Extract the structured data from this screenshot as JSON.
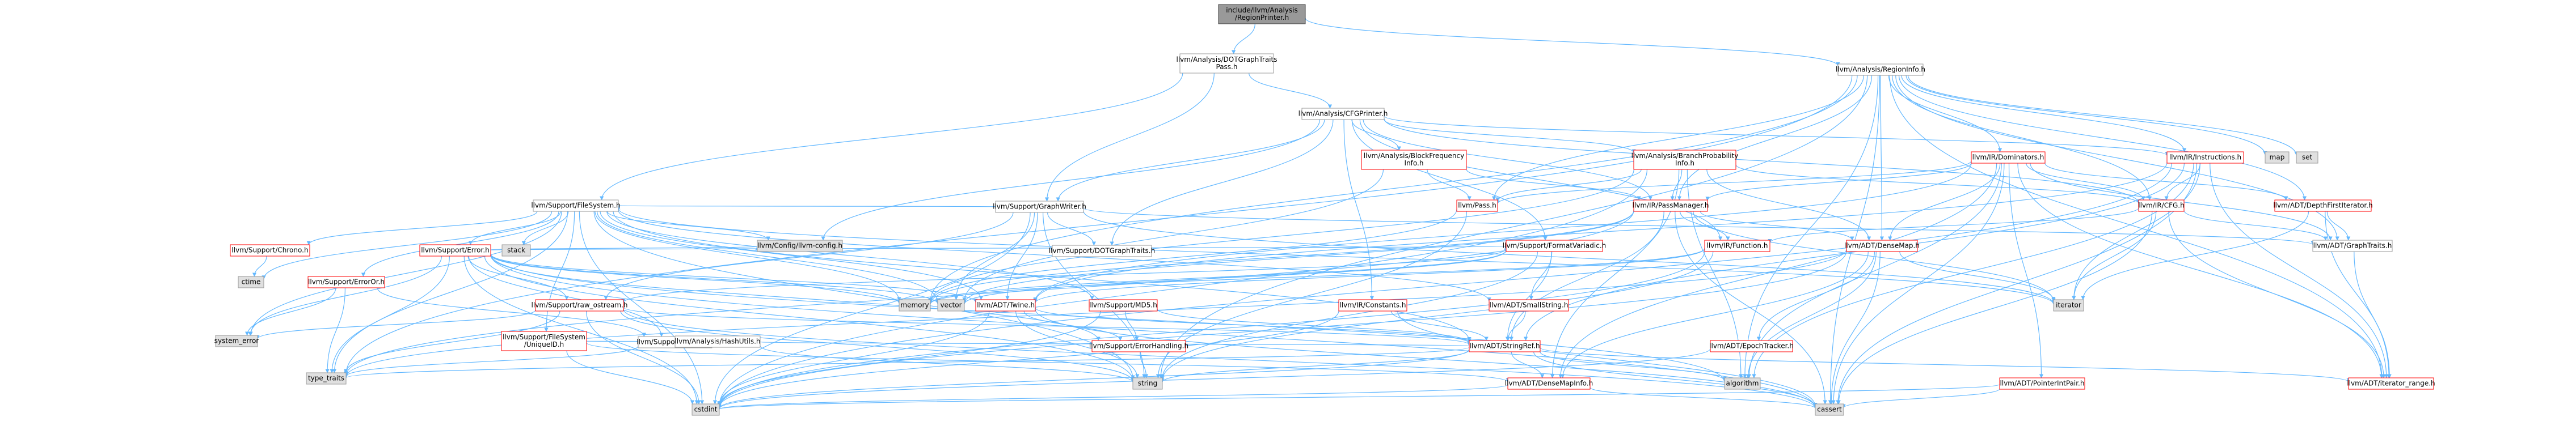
{
  "colors": {
    "edge": "#63b8ff",
    "edge_dark": "#404040",
    "root_fill": "#999999",
    "node_fill": "#ffffff",
    "node_stroke_red": "#ff0000",
    "node_stroke_grey": "#999999",
    "std_fill": "#e0e0e0",
    "text": "#000000"
  },
  "nodes": [
    {
      "id": "root",
      "lines": [
        "include/llvm/Analysis",
        "/RegionPrinter.h"
      ],
      "style": "root"
    },
    {
      "id": "dotgraphtraitspass",
      "lines": [
        "llvm/Analysis/DOTGraphTraits",
        "Pass.h"
      ],
      "style": "plain"
    },
    {
      "id": "regioninfo",
      "lines": [
        "llvm/Analysis/RegionInfo.h"
      ],
      "style": "plain"
    },
    {
      "id": "cfgprinter",
      "lines": [
        "llvm/Analysis/CFGPrinter.h"
      ],
      "style": "plain"
    },
    {
      "id": "graphwriter",
      "lines": [
        "llvm/Support/GraphWriter.h"
      ],
      "style": "plain"
    },
    {
      "id": "blockfreq",
      "lines": [
        "llvm/Analysis/BlockFrequency",
        "Info.h"
      ],
      "style": "red"
    },
    {
      "id": "branchprob",
      "lines": [
        "llvm/Analysis/BranchProbability",
        "Info.h"
      ],
      "style": "red"
    },
    {
      "id": "dominators",
      "lines": [
        "llvm/IR/Dominators.h"
      ],
      "style": "red"
    },
    {
      "id": "instructions",
      "lines": [
        "llvm/IR/Instructions.h"
      ],
      "style": "red"
    },
    {
      "id": "map",
      "lines": [
        "map"
      ],
      "style": "std"
    },
    {
      "id": "set",
      "lines": [
        "set"
      ],
      "style": "std"
    },
    {
      "id": "filesystem",
      "lines": [
        "llvm/Support/FileSystem.h"
      ],
      "style": "plain"
    },
    {
      "id": "dotgraphtraits",
      "lines": [
        "llvm/Support/DOTGraphTraits.h"
      ],
      "style": "plain"
    },
    {
      "id": "pass",
      "lines": [
        "llvm/Pass.h"
      ],
      "style": "red"
    },
    {
      "id": "passmanager",
      "lines": [
        "llvm/IR/PassManager.h"
      ],
      "style": "red"
    },
    {
      "id": "cfg",
      "lines": [
        "llvm/IR/CFG.h"
      ],
      "style": "red"
    },
    {
      "id": "depthfirst",
      "lines": [
        "llvm/ADT/DepthFirstIterator.h"
      ],
      "style": "red"
    },
    {
      "id": "chrono",
      "lines": [
        "llvm/Support/Chrono.h"
      ],
      "style": "red"
    },
    {
      "id": "errorh",
      "lines": [
        "llvm/Support/Error.h"
      ],
      "style": "red"
    },
    {
      "id": "stack",
      "lines": [
        "stack"
      ],
      "style": "std"
    },
    {
      "id": "configh",
      "lines": [
        "llvm/Config/llvm-config.h"
      ],
      "style": "std"
    },
    {
      "id": "function",
      "lines": [
        "llvm/IR/Function.h"
      ],
      "style": "red"
    },
    {
      "id": "formatvariadic",
      "lines": [
        "llvm/Support/FormatVariadic.h"
      ],
      "style": "red"
    },
    {
      "id": "densemap",
      "lines": [
        "llvm/ADT/DenseMap.h"
      ],
      "style": "red"
    },
    {
      "id": "graphtraits",
      "lines": [
        "llvm/ADT/GraphTraits.h"
      ],
      "style": "plain"
    },
    {
      "id": "ctime",
      "lines": [
        "ctime"
      ],
      "style": "std"
    },
    {
      "id": "erroror",
      "lines": [
        "llvm/Support/ErrorOr.h"
      ],
      "style": "red"
    },
    {
      "id": "rawostream",
      "lines": [
        "llvm/Support/raw_ostream.h"
      ],
      "style": "red"
    },
    {
      "id": "memory",
      "lines": [
        "memory"
      ],
      "style": "std"
    },
    {
      "id": "vector",
      "lines": [
        "vector"
      ],
      "style": "std"
    },
    {
      "id": "twine",
      "lines": [
        "llvm/ADT/Twine.h"
      ],
      "style": "red"
    },
    {
      "id": "md5",
      "lines": [
        "llvm/Support/MD5.h"
      ],
      "style": "red"
    },
    {
      "id": "constants",
      "lines": [
        "llvm/IR/Constants.h"
      ],
      "style": "red"
    },
    {
      "id": "smallstring",
      "lines": [
        "llvm/ADT/SmallString.h"
      ],
      "style": "red"
    },
    {
      "id": "iterator",
      "lines": [
        "iterator"
      ],
      "style": "std"
    },
    {
      "id": "systemerror",
      "lines": [
        "system_error"
      ],
      "style": "std"
    },
    {
      "id": "alignof",
      "lines": [
        "llvm/Support/AlignOf.h"
      ],
      "style": "plain"
    },
    {
      "id": "uniqueid",
      "lines": [
        "llvm/Support/FileSystem",
        "/UniqueID.h"
      ],
      "style": "red"
    },
    {
      "id": "hashutils",
      "lines": [
        "llvm/Analysis/HashUtils.h"
      ],
      "style": "plain"
    },
    {
      "id": "errorhandling",
      "lines": [
        "llvm/Support/ErrorHandling.h"
      ],
      "style": "red"
    },
    {
      "id": "stringref",
      "lines": [
        "llvm/ADT/StringRef.h"
      ],
      "style": "red"
    },
    {
      "id": "epochtracker",
      "lines": [
        "llvm/ADT/EpochTracker.h"
      ],
      "style": "red"
    },
    {
      "id": "typetraits",
      "lines": [
        "type_traits"
      ],
      "style": "std"
    },
    {
      "id": "string",
      "lines": [
        "string"
      ],
      "style": "std"
    },
    {
      "id": "densemapinfo",
      "lines": [
        "llvm/ADT/DenseMapInfo.h"
      ],
      "style": "red"
    },
    {
      "id": "algorithm",
      "lines": [
        "algorithm"
      ],
      "style": "std"
    },
    {
      "id": "pointerintpair",
      "lines": [
        "llvm/ADT/PointerIntPair.h"
      ],
      "style": "red"
    },
    {
      "id": "iteratorrange",
      "lines": [
        "llvm/ADT/iterator_range.h"
      ],
      "style": "red"
    },
    {
      "id": "cstdint",
      "lines": [
        "cstdint"
      ],
      "style": "std"
    },
    {
      "id": "cassert",
      "lines": [
        "cassert"
      ],
      "style": "std"
    }
  ],
  "edges": [
    [
      "root",
      "dotgraphtraitspass"
    ],
    [
      "root",
      "regioninfo"
    ],
    [
      "dotgraphtraitspass",
      "cfgprinter"
    ],
    [
      "dotgraphtraitspass",
      "graphwriter"
    ],
    [
      "dotgraphtraitspass",
      "filesystem"
    ],
    [
      "regioninfo",
      "map"
    ],
    [
      "regioninfo",
      "set"
    ],
    [
      "regioninfo",
      "dominators"
    ],
    [
      "regioninfo",
      "instructions"
    ],
    [
      "regioninfo",
      "pass"
    ],
    [
      "regioninfo",
      "passmanager"
    ],
    [
      "regioninfo",
      "cfg"
    ],
    [
      "regioninfo",
      "depthfirst"
    ],
    [
      "regioninfo",
      "densemap"
    ],
    [
      "regioninfo",
      "graphtraits"
    ],
    [
      "regioninfo",
      "memory"
    ],
    [
      "regioninfo",
      "string"
    ],
    [
      "regioninfo",
      "algorithm"
    ],
    [
      "regioninfo",
      "iteratorrange"
    ],
    [
      "regioninfo",
      "cassert"
    ],
    [
      "regioninfo",
      "typetraits"
    ],
    [
      "cfgprinter",
      "blockfreq"
    ],
    [
      "cfgprinter",
      "branchprob"
    ],
    [
      "cfgprinter",
      "graphwriter"
    ],
    [
      "cfgprinter",
      "dotgraphtraits"
    ],
    [
      "cfgprinter",
      "function"
    ],
    [
      "cfgprinter",
      "constants"
    ],
    [
      "cfgprinter",
      "instructions"
    ],
    [
      "cfgprinter",
      "cfg"
    ],
    [
      "cfgprinter",
      "formatvariadic"
    ],
    [
      "cfgprinter",
      "passmanager"
    ],
    [
      "cfgprinter",
      "configh"
    ],
    [
      "graphwriter",
      "dotgraphtraits"
    ],
    [
      "graphwriter",
      "filesystem"
    ],
    [
      "graphwriter",
      "rawostream"
    ],
    [
      "graphwriter",
      "twine"
    ],
    [
      "graphwriter",
      "graphtraits"
    ],
    [
      "graphwriter",
      "string"
    ],
    [
      "graphwriter",
      "vector"
    ],
    [
      "graphwriter",
      "iterator"
    ],
    [
      "graphwriter",
      "cstdint"
    ],
    [
      "blockfreq",
      "pass"
    ],
    [
      "blockfreq",
      "passmanager"
    ],
    [
      "blockfreq",
      "vector"
    ],
    [
      "branchprob",
      "pass"
    ],
    [
      "branchprob",
      "passmanager"
    ],
    [
      "branchprob",
      "densemap"
    ],
    [
      "branchprob",
      "cfg"
    ],
    [
      "branchprob",
      "densemapinfo"
    ],
    [
      "branchprob",
      "algorithm"
    ],
    [
      "branchprob",
      "memory"
    ],
    [
      "branchprob",
      "cstdint"
    ],
    [
      "dominators",
      "cfg"
    ],
    [
      "dominators",
      "pass"
    ],
    [
      "dominators",
      "passmanager"
    ],
    [
      "dominators",
      "densemap"
    ],
    [
      "dominators",
      "depthfirst"
    ],
    [
      "dominators",
      "graphtraits"
    ],
    [
      "dominators",
      "pointerintpair"
    ],
    [
      "dominators",
      "iteratorrange"
    ],
    [
      "dominators",
      "twine"
    ],
    [
      "dominators",
      "algorithm"
    ],
    [
      "dominators",
      "cassert"
    ],
    [
      "dominators",
      "densemapinfo"
    ],
    [
      "instructions",
      "cfg"
    ],
    [
      "instructions",
      "twine"
    ],
    [
      "instructions",
      "iteratorrange"
    ],
    [
      "instructions",
      "stringref"
    ],
    [
      "instructions",
      "iterator"
    ],
    [
      "instructions",
      "cstdint"
    ],
    [
      "instructions",
      "cassert"
    ],
    [
      "instructions",
      "algorithm"
    ],
    [
      "filesystem",
      "chrono"
    ],
    [
      "filesystem",
      "errorh"
    ],
    [
      "filesystem",
      "stack"
    ],
    [
      "filesystem",
      "configh"
    ],
    [
      "filesystem",
      "erroror"
    ],
    [
      "filesystem",
      "md5"
    ],
    [
      "filesystem",
      "twine"
    ],
    [
      "filesystem",
      "stringref"
    ],
    [
      "filesystem",
      "smallstring"
    ],
    [
      "filesystem",
      "uniqueid"
    ],
    [
      "filesystem",
      "systemerror"
    ],
    [
      "filesystem",
      "ctime"
    ],
    [
      "filesystem",
      "memory"
    ],
    [
      "filesystem",
      "vector"
    ],
    [
      "filesystem",
      "string"
    ],
    [
      "filesystem",
      "iterator"
    ],
    [
      "filesystem",
      "cstdint"
    ],
    [
      "filesystem",
      "typetraits"
    ],
    [
      "pass",
      "string"
    ],
    [
      "pass",
      "memory"
    ],
    [
      "passmanager",
      "function"
    ],
    [
      "passmanager",
      "densemap"
    ],
    [
      "passmanager",
      "stringref"
    ],
    [
      "passmanager",
      "typetraits"
    ],
    [
      "passmanager",
      "vector"
    ],
    [
      "passmanager",
      "iterator"
    ],
    [
      "passmanager",
      "cassert"
    ],
    [
      "passmanager",
      "memory"
    ],
    [
      "cfg",
      "graphtraits"
    ],
    [
      "cfg",
      "iteratorrange"
    ],
    [
      "cfg",
      "function"
    ],
    [
      "cfg",
      "iterator"
    ],
    [
      "cfg",
      "cassert"
    ],
    [
      "depthfirst",
      "graphtraits"
    ],
    [
      "depthfirst",
      "iteratorrange"
    ],
    [
      "depthfirst",
      "iterator"
    ],
    [
      "chrono",
      "ctime"
    ],
    [
      "errorh",
      "configh"
    ],
    [
      "errorh",
      "alignof"
    ],
    [
      "errorh",
      "errorhandling"
    ],
    [
      "errorh",
      "formatvariadic"
    ],
    [
      "errorh",
      "rawostream"
    ],
    [
      "errorh",
      "twine"
    ],
    [
      "errorh",
      "systemerror"
    ],
    [
      "errorh",
      "typetraits"
    ],
    [
      "errorh",
      "string"
    ],
    [
      "errorh",
      "cassert"
    ],
    [
      "errorh",
      "memory"
    ],
    [
      "errorh",
      "vector"
    ],
    [
      "errorh",
      "algorithm"
    ],
    [
      "errorh",
      "cstdint"
    ],
    [
      "function",
      "twine"
    ],
    [
      "function",
      "memory"
    ],
    [
      "function",
      "string"
    ],
    [
      "function",
      "cstdint"
    ],
    [
      "formatvariadic",
      "smallstring"
    ],
    [
      "formatvariadic",
      "stringref"
    ],
    [
      "formatvariadic",
      "rawostream"
    ],
    [
      "formatvariadic",
      "vector"
    ],
    [
      "formatvariadic",
      "string"
    ],
    [
      "formatvariadic",
      "memory"
    ],
    [
      "densemap",
      "epochtracker"
    ],
    [
      "densemap",
      "densemapinfo"
    ],
    [
      "densemap",
      "algorithm"
    ],
    [
      "densemap",
      "cassert"
    ],
    [
      "densemap",
      "iterator"
    ],
    [
      "densemap",
      "typetraits"
    ],
    [
      "densemap",
      "cstdint"
    ],
    [
      "graphtraits",
      "iteratorrange"
    ],
    [
      "erroror",
      "alignof"
    ],
    [
      "erroror",
      "systemerror"
    ],
    [
      "erroror",
      "typetraits"
    ],
    [
      "rawostream",
      "stringref"
    ],
    [
      "rawostream",
      "systemerror"
    ],
    [
      "rawostream",
      "typetraits"
    ],
    [
      "rawostream",
      "string"
    ],
    [
      "rawostream",
      "cassert"
    ],
    [
      "rawostream",
      "cstdint"
    ],
    [
      "twine",
      "stringref"
    ],
    [
      "twine",
      "errorhandling"
    ],
    [
      "twine",
      "string"
    ],
    [
      "twine",
      "cassert"
    ],
    [
      "twine",
      "cstdint"
    ],
    [
      "md5",
      "stringref"
    ],
    [
      "md5",
      "errorhandling"
    ],
    [
      "md5",
      "cstdint"
    ],
    [
      "constants",
      "stringref"
    ],
    [
      "constants",
      "cassert"
    ],
    [
      "constants",
      "cstdint"
    ],
    [
      "smallstring",
      "stringref"
    ],
    [
      "alignof",
      "typetraits"
    ],
    [
      "uniqueid",
      "hashutils"
    ],
    [
      "uniqueid",
      "densemapinfo"
    ],
    [
      "uniqueid",
      "cstdint"
    ],
    [
      "hashutils",
      "stringref"
    ],
    [
      "hashutils",
      "string"
    ],
    [
      "errorhandling",
      "string"
    ],
    [
      "stringref",
      "densemapinfo"
    ],
    [
      "stringref",
      "iteratorrange"
    ],
    [
      "stringref",
      "string"
    ],
    [
      "stringref",
      "algorithm"
    ],
    [
      "stringref",
      "cassert"
    ],
    [
      "stringref",
      "typetraits"
    ],
    [
      "stringref",
      "cstdint"
    ],
    [
      "epochtracker",
      "cstdint"
    ],
    [
      "densemapinfo",
      "cassert"
    ],
    [
      "densemapinfo",
      "cstdint"
    ],
    [
      "pointerintpair",
      "cassert"
    ],
    [
      "pointerintpair",
      "cstdint"
    ]
  ]
}
